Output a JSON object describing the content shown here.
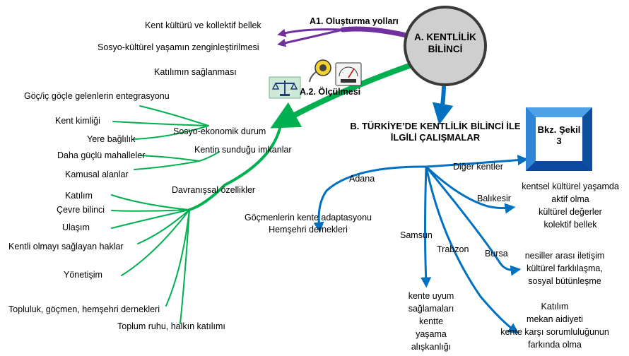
{
  "hub": {
    "title": "A. KENTLİLİK BİLİNCİ"
  },
  "a1": {
    "label": "A1. Oluşturma yolları",
    "items": [
      "Kent kültürü ve kollektif bellek",
      "Sosyo-kültürel yaşamın zenginleştirilmesi",
      "Katılımın sağlanması"
    ],
    "color": "#7030a0"
  },
  "a2": {
    "label": "A.2. Ölçülmesi",
    "color": "#00b050",
    "socio": {
      "label": "Sosyo-ekonomik durum",
      "items": [
        "Göç/iç göçle gelenlerin entegrasyonu",
        "Kent kimliği",
        "Yere bağlılık"
      ]
    },
    "city": {
      "label": "Kentin sunduğu imkanlar",
      "items": [
        "Daha güçlü mahalleler",
        "Kamusal alanlar"
      ]
    },
    "behav": {
      "label": "Davranışsal özellikler",
      "items": [
        "Katılım",
        "Çevre bilinci",
        "Ulaşım",
        "Kentli olmayı sağlayan haklar",
        "Yönetişim",
        "Topluluk, göçmen, hemşehri dernekleri",
        "Toplum ruhu, halkın katılımı"
      ]
    }
  },
  "b": {
    "label": "B. TÜRKİYE’DE KENTLİLİK BİLİNCİ İLE İLGİLİ ÇALIŞMALAR",
    "color": "#0070c0",
    "ref": "Bkz. Şekil 3",
    "cities": {
      "adana": {
        "label": "Adana",
        "lines": [
          "Göçmenlerin kente adaptasyonu",
          "Hemşehri dernekleri"
        ]
      },
      "other": {
        "label": "Diğer kentler"
      },
      "balikesir": {
        "label": "Balıkesir",
        "lines": [
          "kentsel kültürel yaşamda",
          "aktif olma",
          "kültürel değerler",
          "kolektif bellek"
        ]
      },
      "bursa": {
        "label": "Bursa",
        "lines": [
          "nesiller arası iletişim",
          "kültürel farklılaşma,",
          "sosyal bütünleşme"
        ]
      },
      "samsun": {
        "label": "Samsun",
        "lines": [
          "kente uyum",
          "sağlamaları",
          "kentte",
          "yaşama",
          "alışkanlığı"
        ]
      },
      "trabzon": {
        "label": "Trabzon",
        "lines": [
          "Katılım",
          "mekan aidiyeti",
          "kente karşı sorumluluğunun",
          "farkında olma"
        ]
      }
    }
  },
  "icons": [
    "scales-icon",
    "tape-measure-icon",
    "gauge-meter-icon"
  ]
}
